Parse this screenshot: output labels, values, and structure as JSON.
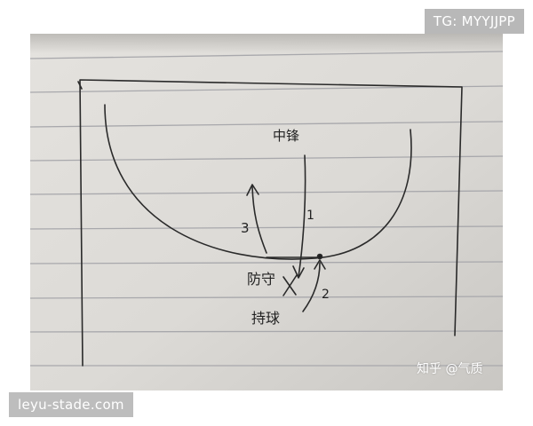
{
  "watermarks": {
    "top_right": "TG: MYYJJPP",
    "bottom_left": "leyu-stade.com",
    "platform": "知乎 @气质"
  },
  "sketch": {
    "label_center": "中锋",
    "label_defender": "防守",
    "label_ball": "持球",
    "label_path_1": "1",
    "label_path_2": "2",
    "label_path_3": "3"
  },
  "colors": {
    "page_bg": "#ffffff",
    "paper": "#dedcd8",
    "paper_shadow": "#b9b7b3",
    "rule_line": "#a9a9ad",
    "ink": "#242424",
    "badge_bg": "#b8b8b8"
  }
}
